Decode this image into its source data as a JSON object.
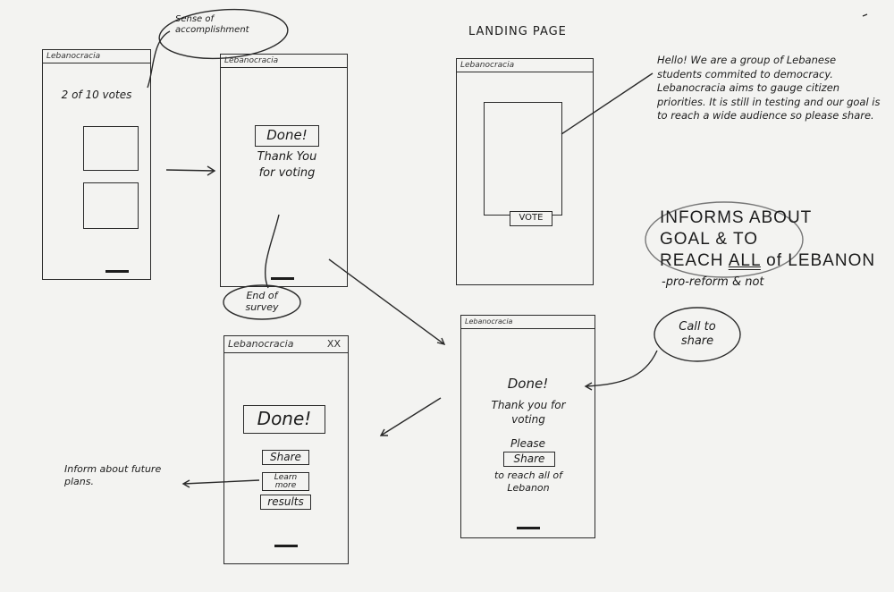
{
  "app_name": "Lebanocracia",
  "screen_progress": {
    "text": "2 of 10 votes",
    "current": 2,
    "total": 10
  },
  "screen_thanks": {
    "done": "Done!",
    "message": "Thank You for voting"
  },
  "landing": {
    "heading": "LANDING PAGE",
    "vote_button": "VOTE"
  },
  "landing_note": "Hello! We are a group of Lebanese students commited to democracy. Lebanocracia aims to gauge citizen priorities. It is still in testing and our goal is to reach a wide audience so please share.",
  "goal_note": {
    "line1": "INFORMS ABOUT",
    "line2": "GOAL & TO",
    "line3_a": "REACH ",
    "line3_b": "ALL",
    "line3_c": " of LEBANON",
    "line4": "-pro-reform & not"
  },
  "screen_share": {
    "done": "Done!",
    "message": "Thank you for voting",
    "please": "Please",
    "share_button": "Share",
    "footer": "to reach all of Lebanon"
  },
  "screen_final": {
    "title": "Lebanocracia",
    "title_icons": "XX",
    "done": "Done!",
    "share_button": "Share",
    "learn_more_button": "Learn more",
    "results_button": "results"
  },
  "annotations": {
    "accomplishment": "Sense of accomplishment",
    "end_survey": "End of survey",
    "call_to_share": "Call to share",
    "future_plans": "Inform about future plans."
  }
}
